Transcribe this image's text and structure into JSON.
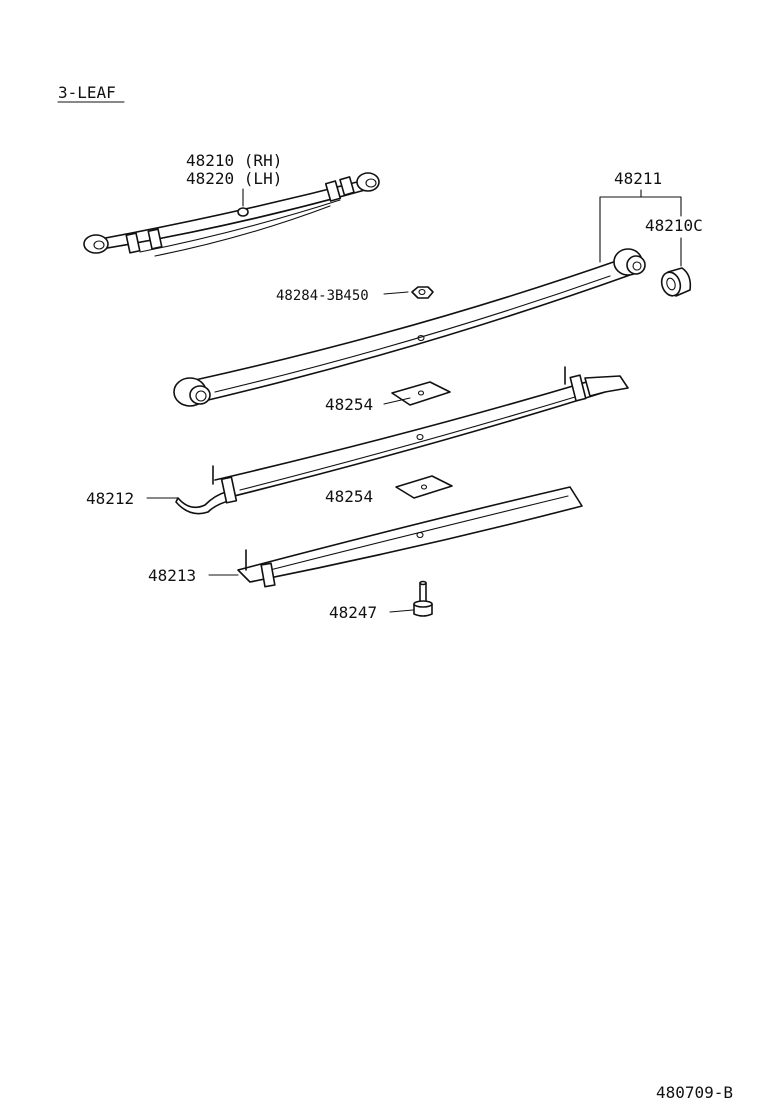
{
  "header": {
    "title": "3-LEAF"
  },
  "labels": {
    "assy_rh": "48210 (RH)",
    "assy_lh": "48220 (LH)",
    "leaf_no1": "48211",
    "bushing": "48210C",
    "nut": "48284-3B450",
    "clip_upper": "48254",
    "leaf_no2": "48212",
    "clip_lower": "48254",
    "leaf_no3": "48213",
    "center_bolt": "48247"
  },
  "footer": {
    "figure_code": "480709-B"
  }
}
